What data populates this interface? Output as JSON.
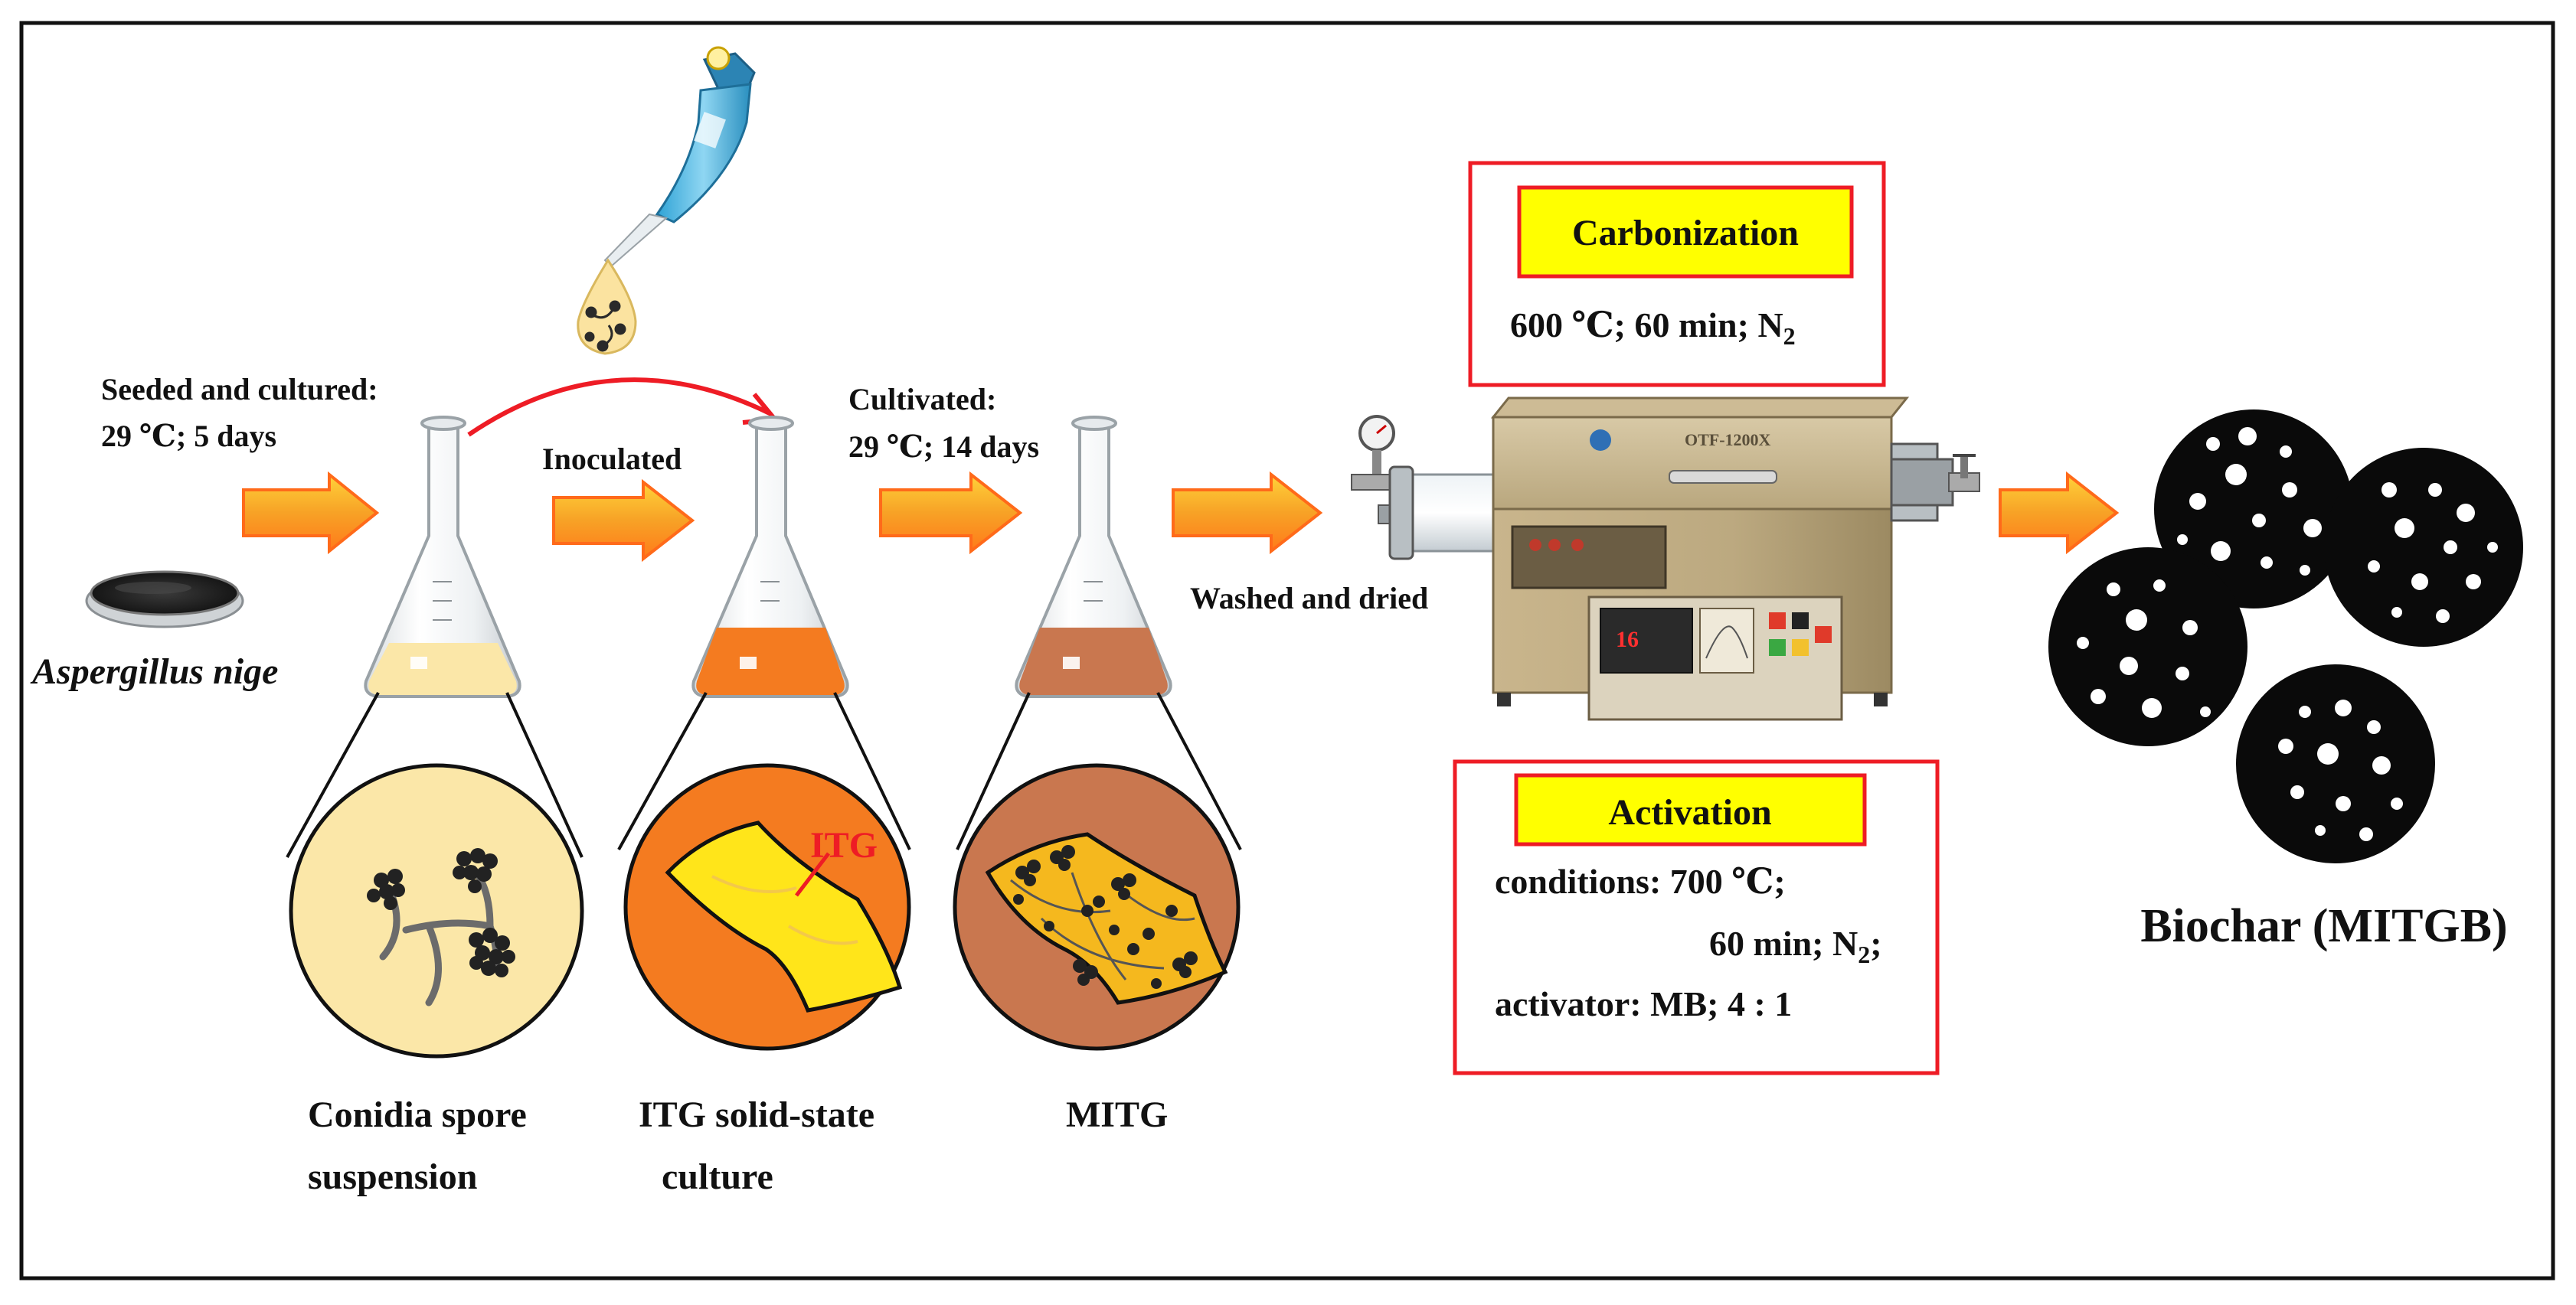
{
  "labels": {
    "seeded_line1": "Seeded and cultured:",
    "seeded_line2": "29 ℃; 5 days",
    "organism": "Aspergillus nige",
    "inoculated": "Inoculated",
    "cultivated_line1": "Cultivated:",
    "cultivated_line2": "29 ℃; 14 days",
    "washed": "Washed and dried",
    "itg_pointer": "ITG",
    "circle1_line1": "Conidia spore",
    "circle1_line2": "suspension",
    "circle2_line1": "ITG solid-state",
    "circle2_line2": "culture",
    "circle3": "MITG",
    "biochar": "Biochar (MITGB)"
  },
  "carbonization": {
    "title": "Carbonization",
    "conditions_main": "600 ℃; 60 min; N",
    "conditions_sub": "2"
  },
  "activation": {
    "title": "Activation",
    "line1": "conditions: 700 ℃;",
    "line2_main": "60 min; N",
    "line2_sub": "2",
    "line2_tail": ";",
    "line3": "activator: MB; 4 : 1"
  },
  "furnace": {
    "model": "OTF-1200X",
    "display_value": "16"
  },
  "colors": {
    "arrow": "#f7a226",
    "arrow_outline": "#ff6a1a",
    "red_box": "#ee1c25",
    "yellow_label": "#ffff00",
    "circle1_fill": "#fbe7a8",
    "circle2_fill": "#f47b20",
    "circle3_fill": "#c9774f",
    "itg_yellow": "#ffe51a",
    "biochar": "#0a0a0a"
  }
}
